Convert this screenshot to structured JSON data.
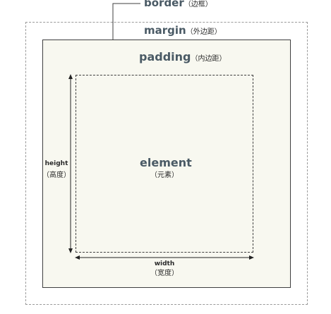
{
  "labels": {
    "border": {
      "name": "border",
      "sub": "（边框）"
    },
    "margin": {
      "name": "margin",
      "sub": "（外边距）"
    },
    "padding": {
      "name": "padding",
      "sub": "（内边距）"
    },
    "element": {
      "name": "element",
      "sub": "（元素）"
    },
    "height": {
      "name": "height",
      "sub": "（高度）"
    },
    "width": {
      "name": "width",
      "sub": "（宽度）"
    }
  },
  "colors": {
    "title_text": "#4a5a65",
    "border_line": "#3f3f3f",
    "margin_dash": "#9a9a9a",
    "fill": "#f8f8f0"
  }
}
